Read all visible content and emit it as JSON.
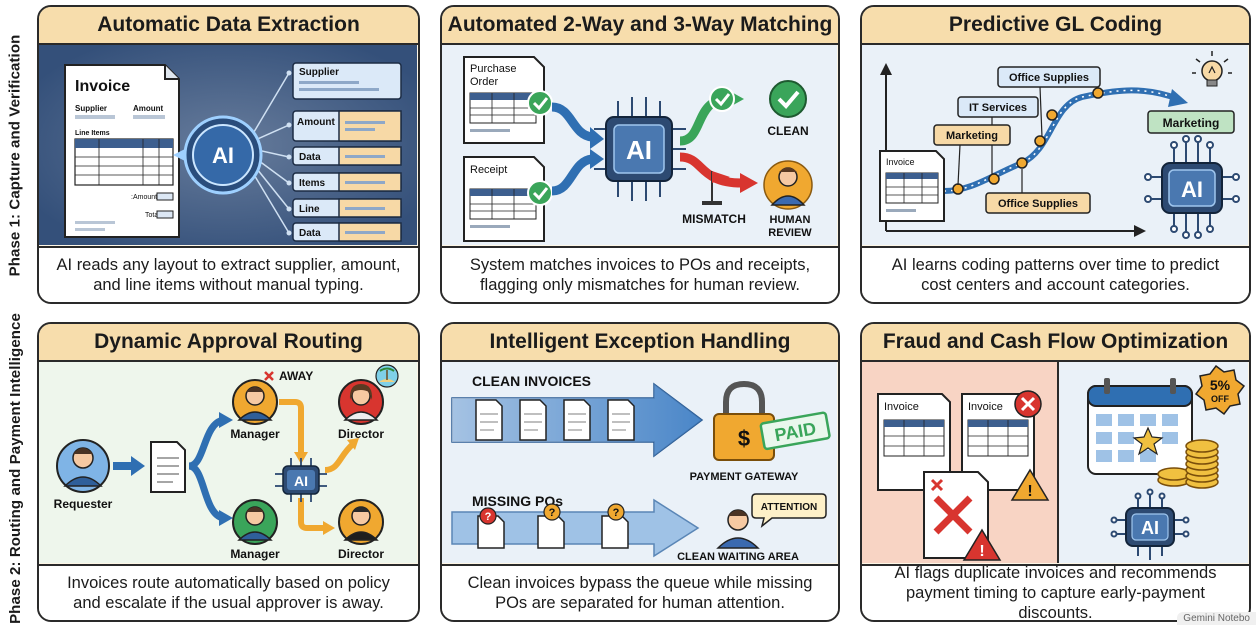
{
  "phases": [
    {
      "label": "Phase 1: Capture and Verification"
    },
    {
      "label": "Phase 2: Routing and Payment Intelligence"
    }
  ],
  "panels": {
    "extraction": {
      "title": "Automatic Data Extraction",
      "caption_line1": "AI reads any layout to extract supplier, amount,",
      "caption_line2": "and line items without manual typing.",
      "invoice_title": "Invoice",
      "col_supplier": "Supplier",
      "col_amount": "Amount",
      "line_items": "Line Items",
      "amount_label": ":Amount:",
      "total_label": "Total",
      "ai": "AI",
      "fields": [
        "Supplier",
        "Amount",
        "Data",
        "Items",
        "Line",
        "Data"
      ]
    },
    "matching": {
      "title": "Automated 2-Way and 3-Way Matching",
      "caption_line1": "System matches invoices to POs and receipts,",
      "caption_line2": "flagging only mismatches for human review.",
      "doc1_line1": "Purchase",
      "doc1_line2": "Order",
      "doc2": "Receipt",
      "ai": "AI",
      "clean": "CLEAN",
      "mismatch": "MISMATCH",
      "human_line1": "HUMAN",
      "human_line2": "REVIEW"
    },
    "glcoding": {
      "title": "Predictive GL Coding",
      "caption_line1": "AI learns coding patterns over time to predict",
      "caption_line2": "cost centers and account categories.",
      "invoice": "Invoice",
      "tag_office_top": "Office Supplies",
      "tag_it": "IT Services",
      "tag_marketing": "Marketing",
      "tag_office_bottom": "Office Supplies",
      "tag_marketing_pred": "Marketing",
      "ai": "AI"
    },
    "routing": {
      "title": "Dynamic Approval Routing",
      "caption_line1": "Invoices route automatically based on policy",
      "caption_line2": "and escalate if the usual approver is away.",
      "requester": "Requester",
      "manager_top": "Manager",
      "manager_bottom": "Manager",
      "director_top": "Director",
      "director_bottom": "Director",
      "away": "AWAY",
      "ai": "AI"
    },
    "exception": {
      "title": "Intelligent Exception Handling",
      "caption_line1": "Clean invoices bypass the queue while missing",
      "caption_line2": "POs are separated for human attention.",
      "clean_invoices": "CLEAN INVOICES",
      "missing_pos": "MISSING POs",
      "paid": "PAID",
      "currency": "$",
      "payment_gateway": "PAYMENT GATEWAY",
      "attention": "ATTENTION",
      "waiting_area": "CLEAN WAITING AREA",
      "question": "?"
    },
    "fraud": {
      "title": "Fraud and Cash Flow Optimization",
      "caption_line1": "AI flags duplicate invoices and recommends",
      "caption_line2": "payment timing to capture early-payment discounts.",
      "invoice1": "Invoice",
      "invoice2": "Invoice",
      "discount_pct": "5%",
      "discount_off": "OFF",
      "ai": "AI"
    }
  },
  "watermark": "Gemini Notebo",
  "colors": {
    "title_bg": "#f7ddac",
    "panel_bg": "#fdf6e6",
    "navy": "#2d4a72",
    "blue": "#2f6fb2",
    "green": "#3aa55a",
    "red": "#d8352f",
    "orange": "#f0a830"
  }
}
